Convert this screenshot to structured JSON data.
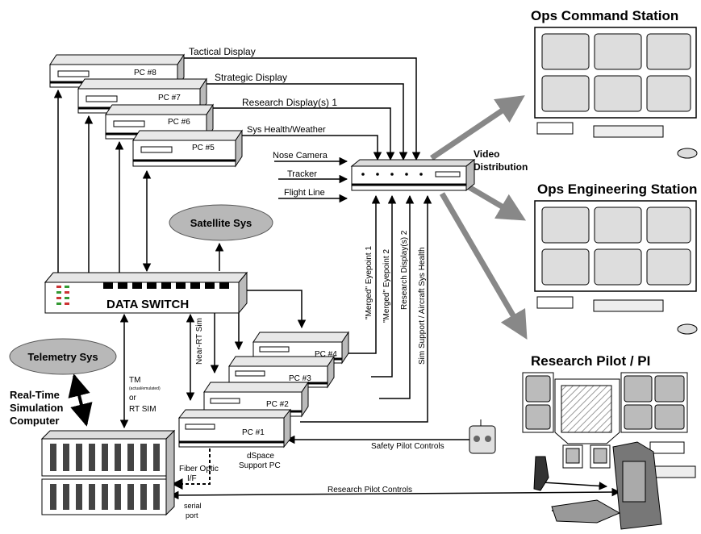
{
  "stations": {
    "ops_command": "Ops Command Station",
    "ops_engineering": "Ops Engineering Station",
    "research_pilot": "Research Pilot / PI"
  },
  "pcs": {
    "pc8": "PC #8",
    "pc7": "PC #7",
    "pc6": "PC #6",
    "pc5": "PC #5",
    "pc4": "PC #4",
    "pc3": "PC #3",
    "pc2": "PC #2",
    "pc1": "PC #1"
  },
  "displays": {
    "tactical": "Tactical Display",
    "strategic": "Strategic Display",
    "research": "Research Display(s) 1",
    "sys_health": "Sys Health/Weather"
  },
  "inputs": {
    "nose_camera": "Nose Camera",
    "tracker": "Tracker",
    "flight_line": "Flight Line"
  },
  "video": {
    "line1": "Video",
    "line2": "Distribution"
  },
  "satellite": "Satellite Sys",
  "telemetry": "Telemetry Sys",
  "data_switch": "DATA SWITCH",
  "rtsc": {
    "line1": "Real-Time",
    "line2": "Simulation",
    "line3": "Computer"
  },
  "vertical_labels": {
    "eyepoint1": "\"Merged\" Eyepoint 1",
    "eyepoint2": "\"Merged\" Eyepoint 2",
    "research2": "Research Display(s) 2",
    "sim_support": "Sim Support / Aircraft Sys Health",
    "near_rt": "Near-RT Sim"
  },
  "tm": {
    "line1": "TM",
    "small": "(actual/emulated)",
    "or": "or",
    "rt": "RT SIM"
  },
  "dspace": {
    "line1": "dSpace",
    "line2": "Support PC"
  },
  "fiber": {
    "line1": "Fiber Optic",
    "line2": "I/F"
  },
  "serial": {
    "line1": "serial",
    "line2": "port"
  },
  "safety_pilot": "Safety Pilot Controls",
  "research_pilot_controls": "Research Pilot Controls"
}
